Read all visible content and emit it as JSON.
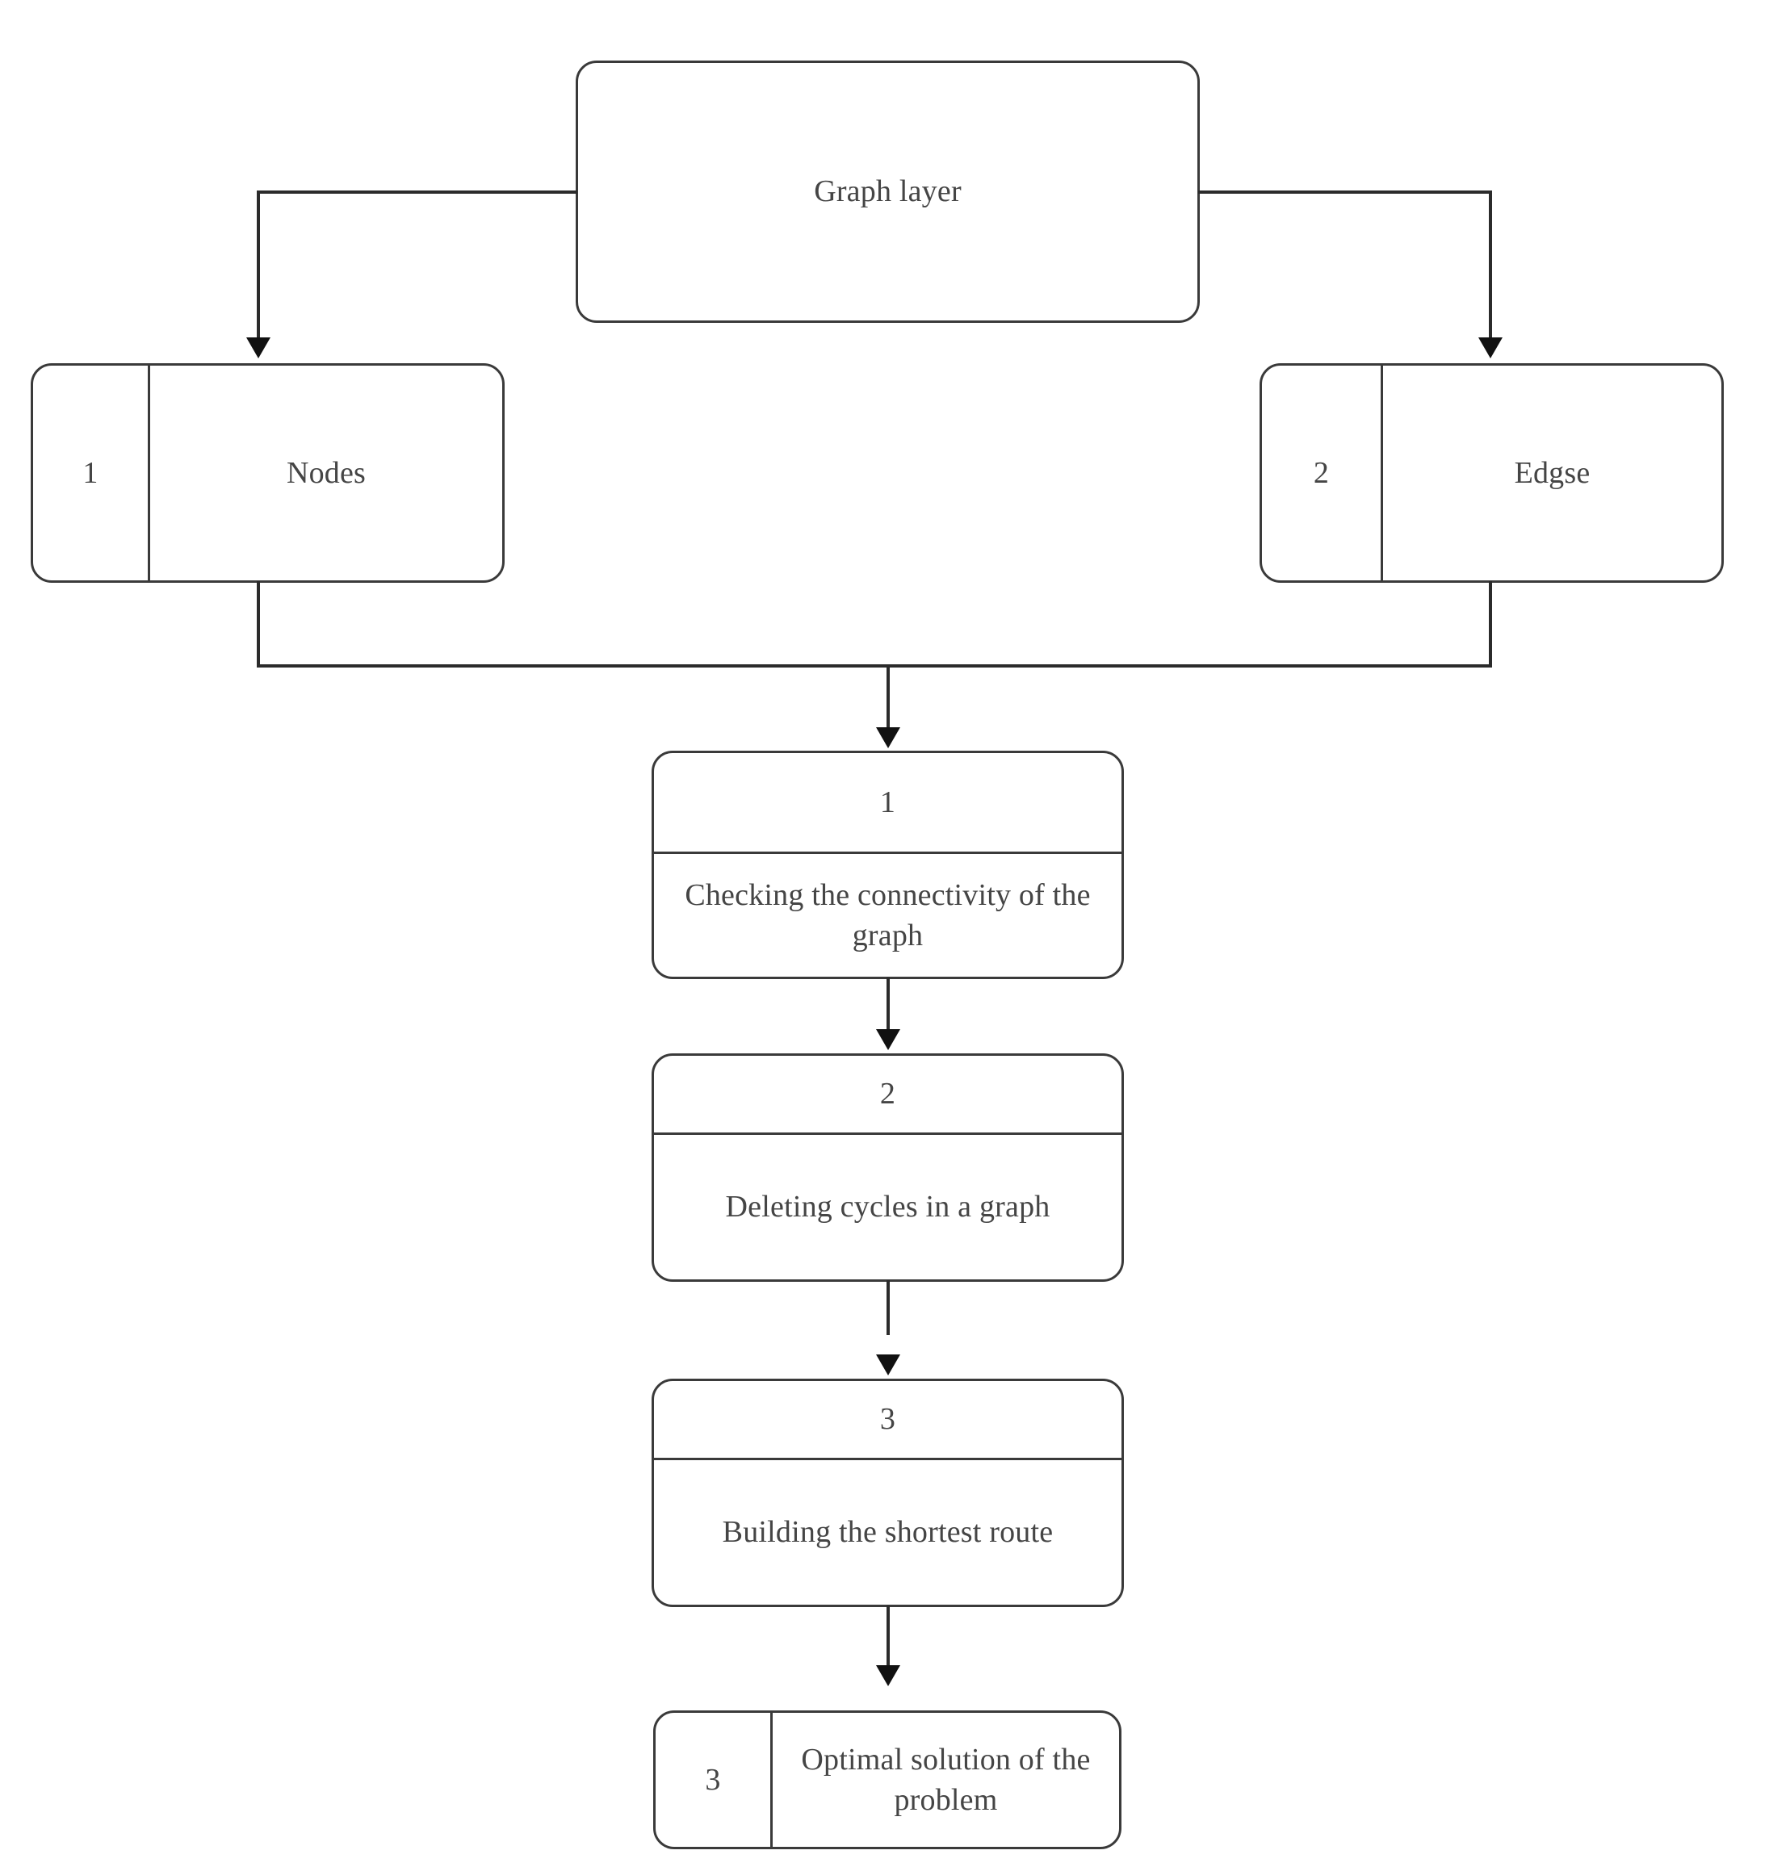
{
  "diagram": {
    "title": "Graph layer",
    "top_node": {
      "label": "Graph layer"
    },
    "branches": [
      {
        "number": "1",
        "label": "Nodes"
      },
      {
        "number": "2",
        "label": "Edgse"
      }
    ],
    "steps": [
      {
        "number": "1",
        "label": "Checking the connectivity of the graph"
      },
      {
        "number": "2",
        "label": "Deleting cycles in a graph"
      },
      {
        "number": "3",
        "label": "Building the shortest route"
      }
    ],
    "result": {
      "number": "3",
      "label": "Optimal solution of the problem"
    },
    "colors": {
      "text": "#454545",
      "border": "#3a3a3a",
      "connector": "#2b2b2b",
      "background": "#ffffff"
    }
  }
}
